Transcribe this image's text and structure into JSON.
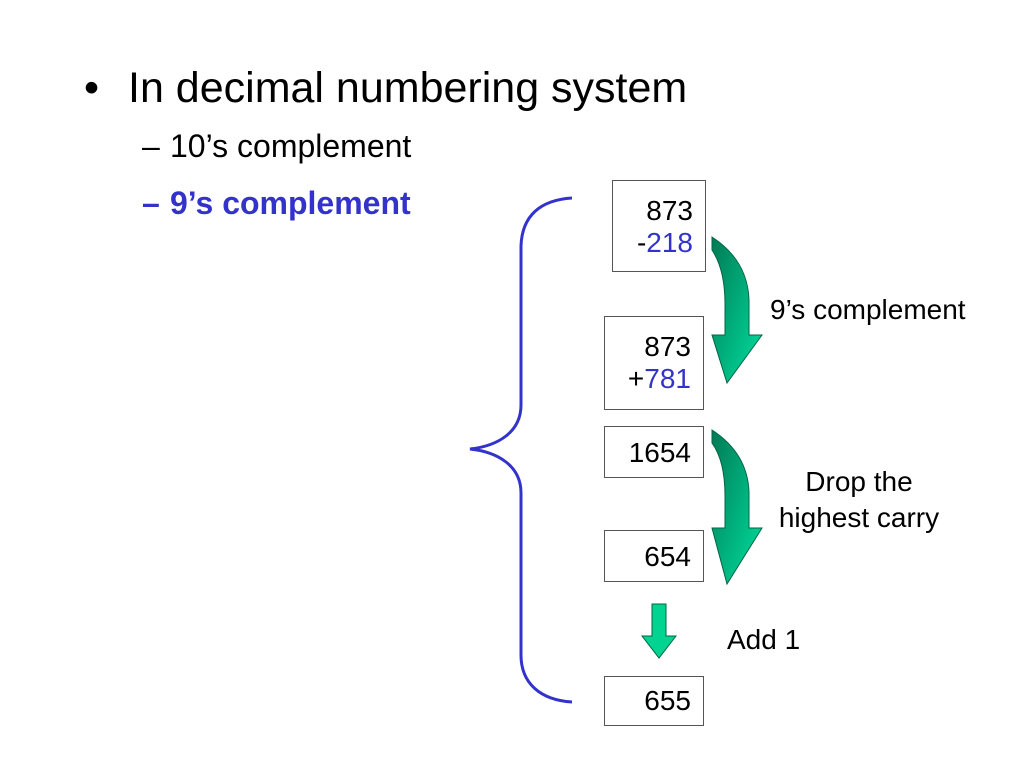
{
  "slide": {
    "bullet": {
      "marker": "•",
      "text": "In decimal numbering system"
    },
    "sub_items": [
      {
        "marker": "–",
        "text": "10’s complement"
      },
      {
        "marker": "–",
        "text": "9’s complement"
      }
    ]
  },
  "diagram": {
    "boxes": [
      {
        "line1": "873",
        "line2_sign": "-",
        "line2_num": "218"
      },
      {
        "line1": "873",
        "line2_sign": "+",
        "line2_num": "781"
      },
      {
        "line1": "1654"
      },
      {
        "line1": "654"
      },
      {
        "line1": "655"
      }
    ],
    "annotations": {
      "step1": "9’s complement",
      "step2_line1": "Drop the",
      "step2_line2": "highest carry",
      "step3": "Add 1"
    },
    "colors": {
      "brace": "#3333cc",
      "arrow_fill": "#00cc88",
      "arrow_edge": "#007755",
      "highlight_text": "#3333cc"
    }
  }
}
